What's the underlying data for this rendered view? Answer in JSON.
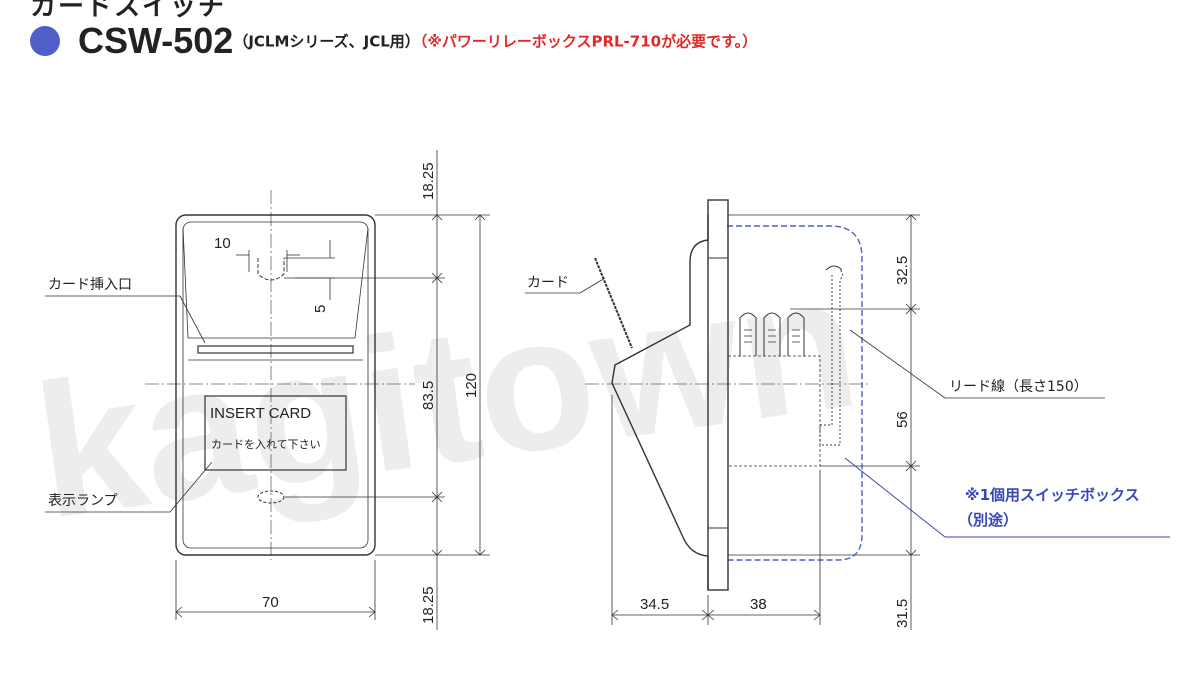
{
  "header": {
    "category_title": "カードスイッチ",
    "model": "CSW-502",
    "series": "（JCLMシリーズ、JCL用）",
    "note": "（※パワーリレーボックスPRL-710が必要です。）"
  },
  "front_view": {
    "dim_10": "10",
    "dim_5": "5",
    "dim_70": "70",
    "dim_18_25_top": "18.25",
    "dim_83_5": "83.5",
    "dim_120": "120",
    "dim_18_25_bottom": "18.25",
    "label_card_slot": "カード挿入口",
    "label_lamp": "表示ランプ",
    "insert_card_text": "INSERT CARD",
    "insert_card_subtext": "カードを入れて下さい"
  },
  "side_view": {
    "label_card": "カード",
    "label_lead_wire": "リード線（長さ150）",
    "dim_32_5": "32.5",
    "dim_56": "56",
    "dim_31_5": "31.5",
    "dim_34_5": "34.5",
    "dim_38": "38",
    "switch_box_line1": "※1個用スイッチボックス",
    "switch_box_line2": "（別途）"
  },
  "watermark": "kagitown",
  "colors": {
    "bullet": "#4f5fc7",
    "note": "#e02a2a",
    "switch_box": "#3a47b8"
  }
}
